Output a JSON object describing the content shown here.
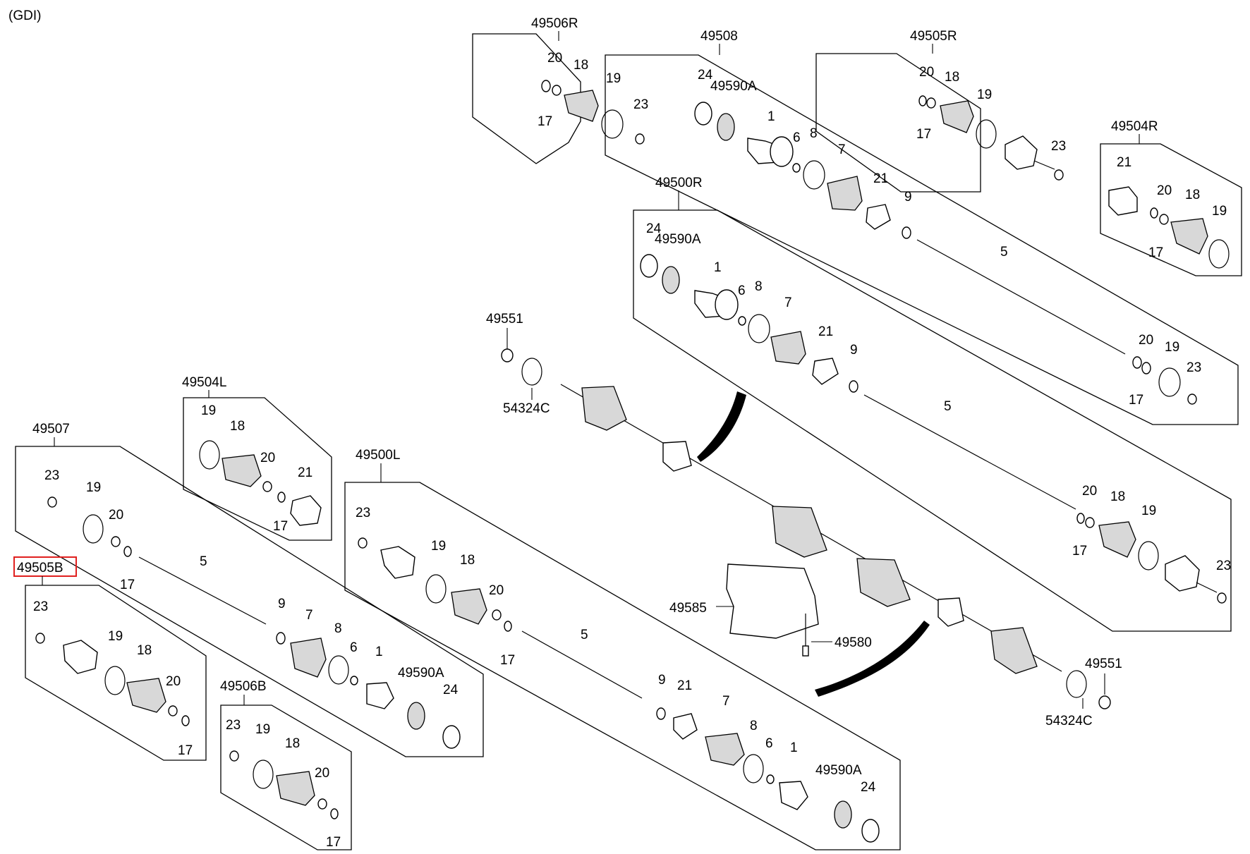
{
  "header": {
    "variant": "(GDI)"
  },
  "highlight": {
    "color": "#e0201f",
    "label_ref": "49505B"
  },
  "groups": [
    {
      "id": "49506R",
      "parts": [
        "20",
        "18",
        "19",
        "17",
        "23"
      ]
    },
    {
      "id": "49508",
      "parts": [
        "24",
        "49590A",
        "1",
        "6",
        "8",
        "7",
        "21",
        "9",
        "5",
        "20",
        "19",
        "17",
        "23"
      ]
    },
    {
      "id": "49505R",
      "parts": [
        "20",
        "18",
        "19",
        "17",
        "23"
      ]
    },
    {
      "id": "49504R",
      "parts": [
        "21",
        "20",
        "18",
        "19",
        "17"
      ]
    },
    {
      "id": "49500R",
      "parts": [
        "24",
        "49590A",
        "1",
        "6",
        "8",
        "7",
        "21",
        "9",
        "5",
        "20",
        "18",
        "19",
        "17",
        "23"
      ]
    },
    {
      "id": "49504L",
      "parts": [
        "19",
        "18",
        "20",
        "21",
        "17"
      ]
    },
    {
      "id": "49507",
      "parts": [
        "23",
        "19",
        "20",
        "17",
        "5",
        "9",
        "7",
        "8",
        "6",
        "1",
        "49590A",
        "24"
      ]
    },
    {
      "id": "49500L",
      "parts": [
        "23",
        "19",
        "18",
        "20",
        "17",
        "5",
        "9",
        "21",
        "7",
        "8",
        "6",
        "1",
        "49590A",
        "24"
      ]
    },
    {
      "id": "49505B",
      "parts": [
        "23",
        "19",
        "18",
        "20",
        "17"
      ]
    },
    {
      "id": "49506B",
      "parts": [
        "23",
        "19",
        "18",
        "20",
        "17"
      ]
    }
  ],
  "assembly_parts": [
    "49551",
    "54324C",
    "49585",
    "49580"
  ]
}
